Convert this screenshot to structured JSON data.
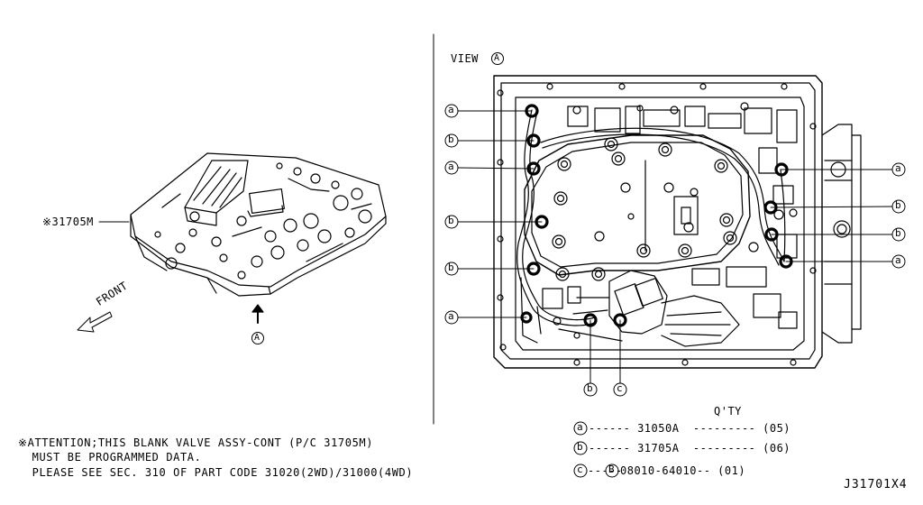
{
  "left_view": {
    "part_label": "※31705M",
    "front_label": "FRONT",
    "view_marker": "A"
  },
  "right_view": {
    "title": "VIEW",
    "title_marker": "A"
  },
  "callouts_left": [
    {
      "letter": "a"
    },
    {
      "letter": "b"
    },
    {
      "letter": "a"
    },
    {
      "letter": "b"
    },
    {
      "letter": "b"
    },
    {
      "letter": "a"
    }
  ],
  "callouts_right": [
    {
      "letter": "a"
    },
    {
      "letter": "b"
    },
    {
      "letter": "b"
    },
    {
      "letter": "a"
    }
  ],
  "callouts_bottom": [
    {
      "letter": "b"
    },
    {
      "letter": "c"
    }
  ],
  "legend": {
    "qty_header": "Q'TY",
    "rows": [
      {
        "marker": "a",
        "text": "------ 31050A  --------- (05)"
      },
      {
        "marker": "b",
        "text": "------ 31705A  --------- (06)"
      },
      {
        "marker": "c",
        "text": "-----",
        "sub_marker": "B",
        "tail": "08010-64010-- (01)"
      }
    ]
  },
  "attention": {
    "line1": "※ATTENTION;THIS BLANK VALVE ASSY-CONT (P/C 31705M)",
    "line2": "  MUST BE PROGRAMMED DATA.",
    "line3": "  PLEASE SEE SEC. 310 OF PART CODE 31020(2WD)/31000(4WD)"
  },
  "diagram_code": "J31701X4"
}
